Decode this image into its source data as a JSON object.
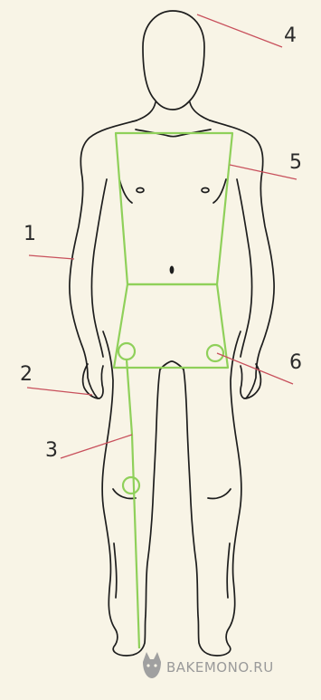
{
  "labels": [
    {
      "id": "1",
      "text": "1",
      "points_to": "upper arm outline"
    },
    {
      "id": "2",
      "text": "2",
      "points_to": "wrist / hand"
    },
    {
      "id": "3",
      "text": "3",
      "points_to": "leg guide line"
    },
    {
      "id": "4",
      "text": "4",
      "points_to": "head"
    },
    {
      "id": "5",
      "text": "5",
      "points_to": "torso guide box"
    },
    {
      "id": "6",
      "text": "6",
      "points_to": "hip joint circle"
    }
  ],
  "watermark": {
    "text": "BAKEMONO.RU",
    "icon": "cat-head-icon"
  },
  "colors": {
    "background": "#f8f4e6",
    "outline": "#1d1d1d",
    "guides": "#8fd05a",
    "leaders": "#c8505c",
    "watermark": "#9a9a9a"
  }
}
